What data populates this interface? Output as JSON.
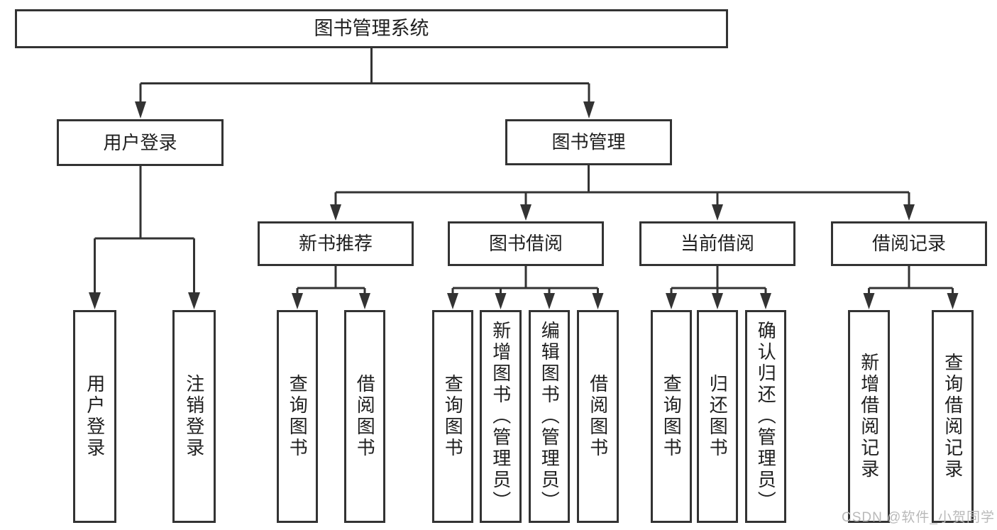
{
  "diagram": {
    "root": {
      "label": "图书管理系统"
    },
    "branches": [
      {
        "label": "用户登录",
        "children": [
          {
            "label": "用户登录"
          },
          {
            "label": "注销登录"
          }
        ]
      },
      {
        "label": "图书管理",
        "children": [
          {
            "label": "新书推荐",
            "children": [
              {
                "label": "查询图书"
              },
              {
                "label": "借阅图书"
              }
            ]
          },
          {
            "label": "图书借阅",
            "children": [
              {
                "label": "查询图书"
              },
              {
                "label": "新增图书（管理员）"
              },
              {
                "label": "编辑图书（管理员）"
              },
              {
                "label": "借阅图书"
              }
            ]
          },
          {
            "label": "当前借阅",
            "children": [
              {
                "label": "查询图书"
              },
              {
                "label": "归还图书"
              },
              {
                "label": "确认归还（管理员）"
              }
            ]
          },
          {
            "label": "借阅记录",
            "children": [
              {
                "label": "新增借阅记录"
              },
              {
                "label": "查询借阅记录"
              }
            ]
          }
        ]
      }
    ]
  },
  "watermark": {
    "text": "CSDN @软件_小贺同学"
  },
  "colors": {
    "line": "#333333",
    "box_border": "#333333",
    "box_fill": "#ffffff",
    "text": "#1f1f1f",
    "watermark": "#b9b9b9"
  }
}
